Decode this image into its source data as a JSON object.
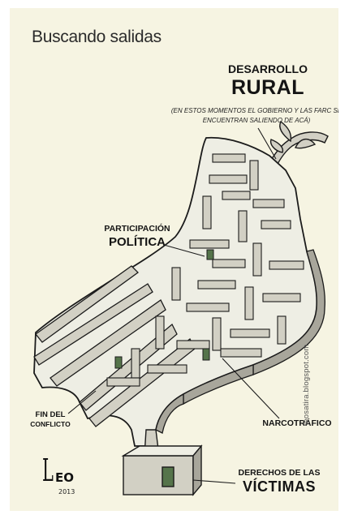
{
  "title": "Buscando salidas",
  "labels": {
    "desarrollo_line1": "DESARROLLO",
    "desarrollo_line2": "RURAL",
    "desarrollo_note": "(En estos momentos el gobierno y las FARC se encuentran saliendo de acá)",
    "participacion_line1": "PARTICIPACIÓN",
    "participacion_line2": "POLÍTICA",
    "fin_line1": "FIN DEL",
    "fin_line2": "CONFLICTO",
    "narcotrafico": "NARCOTRÁFICO",
    "derechos_line1": "DERECHOS DE LAS",
    "derechos_line2": "VÍCTIMAS"
  },
  "signature": {
    "mark_l": "L",
    "mark_eo": "EO",
    "year": "2013"
  },
  "url": "leosatira.blogspot.com",
  "colors": {
    "background": "#f6f4e2",
    "wall": "#d2d0c4",
    "wall_shadow": "#a8a69b",
    "floor": "#eeeee4",
    "ink": "#1b1b1b",
    "door": "#55744a"
  }
}
